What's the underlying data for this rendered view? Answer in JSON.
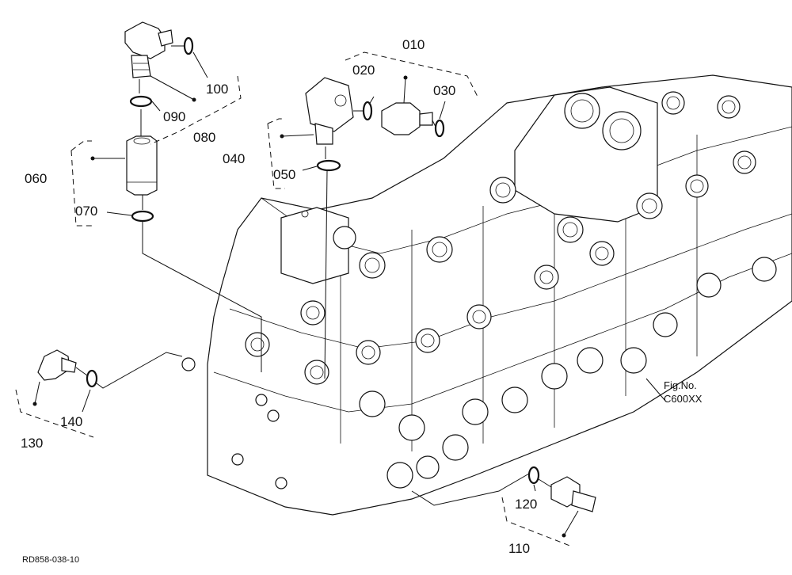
{
  "callouts": {
    "c010": "010",
    "c020": "020",
    "c030": "030",
    "c040": "040",
    "c050": "050",
    "c060": "060",
    "c070": "070",
    "c080": "080",
    "c090": "090",
    "c100": "100",
    "c110": "110",
    "c120": "120",
    "c130": "130",
    "c140": "140"
  },
  "figure": {
    "line1": "Fig.No.",
    "line2": "C600XX"
  },
  "drawing_code": "RD858-038-10"
}
